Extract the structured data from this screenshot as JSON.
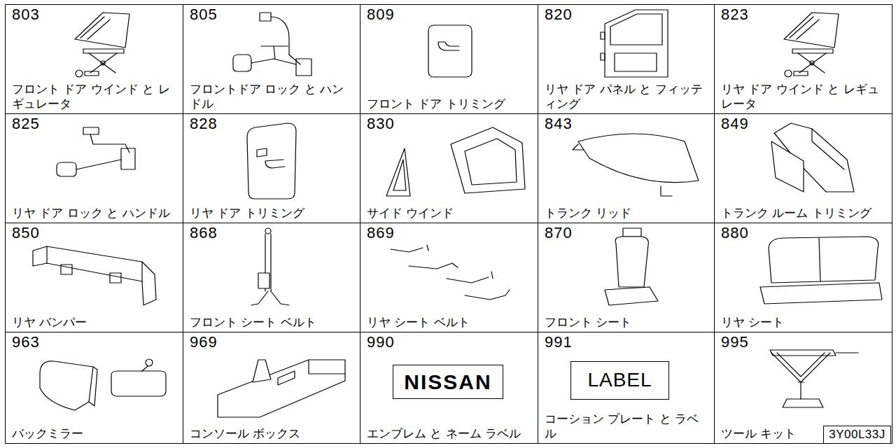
{
  "diagram": {
    "nodes": [
      {
        "text": [
          "803",
          "フロント ドア ウインド と レギュレータ"
        ]
      },
      {
        "text": [
          "805",
          "フロントドア ロック と ハンドル"
        ]
      },
      {
        "text": [
          "809",
          "フロント ドア トリミング"
        ]
      },
      {
        "text": [
          "820",
          "リヤ ドア パネル と フィッティング"
        ]
      },
      {
        "text": [
          "823",
          "リヤ ドア ウインド と レギュレータ"
        ]
      },
      {
        "text": [
          "825",
          "リヤ ドア ロック と ハンドル"
        ]
      },
      {
        "text": [
          "828",
          "リヤ ドア トリミング"
        ]
      },
      {
        "text": [
          "830",
          "サイド ウインド"
        ]
      },
      {
        "text": [
          "843",
          "トランク リッド"
        ]
      },
      {
        "text": [
          "849",
          "トランク ルーム トリミング"
        ]
      },
      {
        "text": [
          "850",
          "リヤ バンパー"
        ]
      },
      {
        "text": [
          "868",
          "フロント シート ベルト"
        ]
      },
      {
        "text": [
          "869",
          "リヤ シート ベルト"
        ]
      },
      {
        "text": [
          "870",
          "フロント シート"
        ]
      },
      {
        "text": [
          "880",
          "リヤ シート"
        ]
      },
      {
        "text": [
          "963",
          "バックミラー"
        ]
      },
      {
        "text": [
          "969",
          "コンソール ボックス"
        ]
      },
      {
        "text": [
          "990",
          "エンブレム と ネーム ラベル"
        ]
      },
      {
        "text": [
          "991",
          "コーション プレート と ラベル"
        ]
      },
      {
        "text": [
          "995",
          "ツール キット"
        ]
      },
      {
        "text": [
          "NISSAN"
        ],
        "in": 17
      },
      {
        "text": [
          "LABEL"
        ],
        "in": 18
      },
      {
        "text": [
          "3Y00L33J"
        ]
      }
    ]
  }
}
